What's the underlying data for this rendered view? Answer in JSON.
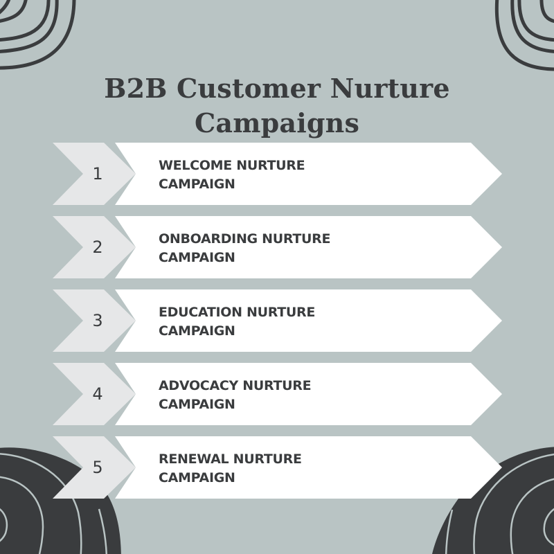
{
  "title": {
    "line1": "B2B Customer Nurture",
    "line2": "Campaigns"
  },
  "colors": {
    "background": "#b9c4c4",
    "chevron": "#e6e7e8",
    "arrow": "#ffffff",
    "text": "#3a3c3e",
    "decoration": "#3a3c3e"
  },
  "steps": [
    {
      "number": "1",
      "line1": "WELCOME NURTURE",
      "line2": "CAMPAIGN"
    },
    {
      "number": "2",
      "line1": "ONBOARDING NURTURE",
      "line2": "CAMPAIGN"
    },
    {
      "number": "3",
      "line1": "EDUCATION NURTURE",
      "line2": "CAMPAIGN"
    },
    {
      "number": "4",
      "line1": "ADVOCACY NURTURE",
      "line2": "CAMPAIGN"
    },
    {
      "number": "5",
      "line1": "RENEWAL NURTURE",
      "line2": "CAMPAIGN"
    }
  ]
}
